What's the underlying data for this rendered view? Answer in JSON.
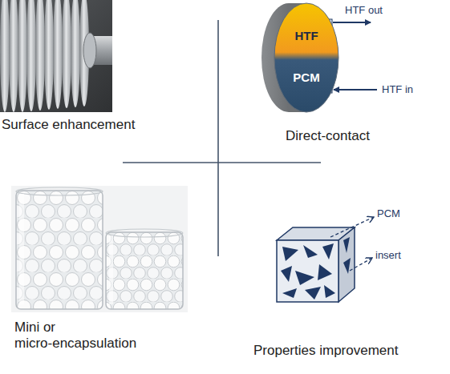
{
  "diagram": {
    "nodes": [
      {
        "text": [
          "HTF",
          "PCM"
        ]
      }
    ],
    "labels": [
      "Surface enhancement",
      "HTF out",
      "HTF in",
      "Direct-contact",
      "Mini or micro-encapsulation",
      "PCM",
      "insert",
      "Properties improvement"
    ]
  }
}
